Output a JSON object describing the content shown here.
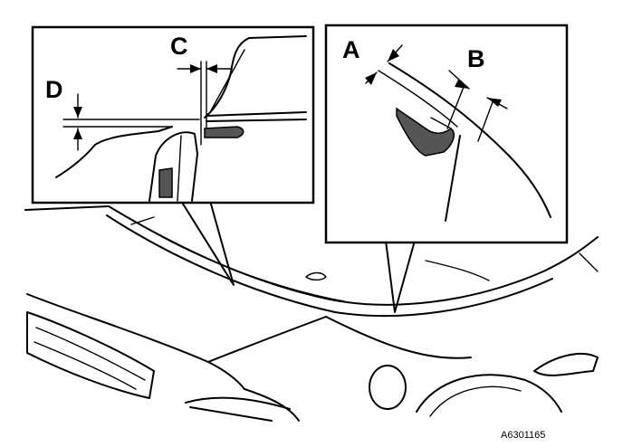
{
  "callouts": {
    "a": "A",
    "b": "B",
    "c": "C",
    "d": "D"
  },
  "reference_code": "A6301165"
}
